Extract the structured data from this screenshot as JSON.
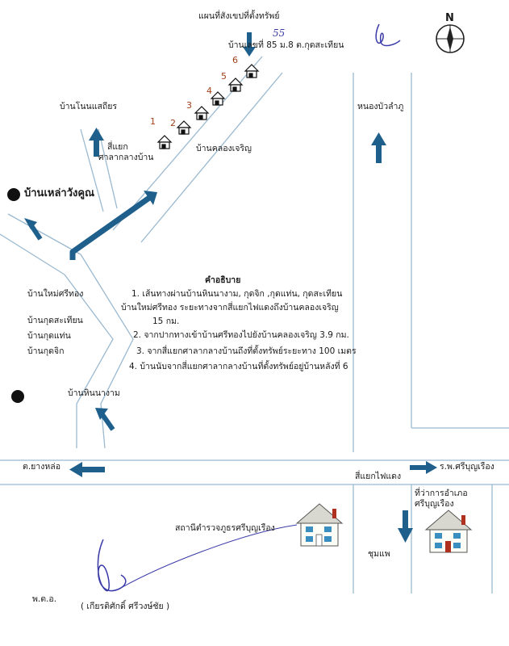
{
  "title": "แผนที่สังเขปที่ตั้งทรัพย์",
  "house_address": "บ้านเลขที่ 85 ม.8 ต.กุดสะเทียน",
  "handwritten_note": "55",
  "north_label": "N",
  "house_numbers": [
    "1",
    "2",
    "3",
    "4",
    "5",
    "6"
  ],
  "places": {
    "ban_non_saen_thian": "บ้านโนนแสถียร",
    "intersection_line1": "สี่แยก",
    "intersection_line2": "ศาลากลางบ้าน",
    "ban_khlong_charoen": "บ้านคลองเจริญ",
    "nong_bua_lam_phu": "หนองบัวลำภู",
    "ban_lao_wang_khun": "บ้านเหล่าวังคูณ",
    "ban_mai_si_thong": "บ้านใหม่ศรีทอง",
    "ban_kut_sathian": "บ้านกุดสะเทียน",
    "ban_kut_thaen": "บ้านกุดแท่น",
    "ban_kut_chik": "บ้านกุดจิก",
    "ban_hin_ngam": "บ้านหินนางาม",
    "tambon_yang_lo": "ต.ยางหล่อ",
    "traffic_light_junction": "สี่แยกไฟแดง",
    "hospital": "ร.พ.ศรีบุญเรือง",
    "district_office_line1": "ที่ว่าการอำเภอ",
    "district_office_line2": "ศรีบุญเรือง",
    "police_station": "สถานีตำรวจภูธรศรีบุญเรือง",
    "chum_phae": "ชุมแพ"
  },
  "legend": {
    "heading": "คำอธิบาย",
    "lines": [
      "1. เส้นทางผ่านบ้านหินนางาม, กุดจิก ,กุดแท่น, กุดสะเทียน",
      "บ้านใหม่ศรีทอง ระยะทางจากสี่แยกไฟแดงถึงบ้านคลองเจริญ",
      "15 กม.",
      "2. จากปากทางเข้าบ้านศรีทองไปยังบ้านคลองเจริญ 3.9 กม.",
      "3. จากสี่แยกศาลากลางบ้านถึงที่ตั้งทรัพย์ระยะทาง 100 เมตร",
      "4. บ้านนับจากสี่แยกศาลากลางบ้านที่ตั้งทรัพย์อยู่บ้านหลังที่ 6"
    ]
  },
  "signature": {
    "rank": "พ.ต.อ.",
    "name": "( เกียรติศักดิ์  ศรีวงษ์ชัย )"
  }
}
